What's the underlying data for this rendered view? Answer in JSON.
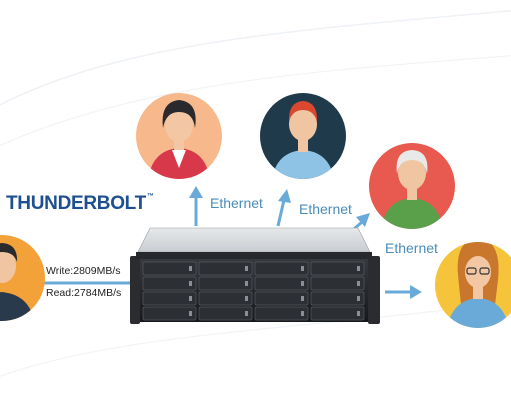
{
  "brand": {
    "name": "THUNDERBOLT",
    "mark": "™"
  },
  "links": [
    {
      "label": "Ethernet"
    },
    {
      "label": "Ethernet"
    },
    {
      "label": "Ethernet"
    }
  ],
  "speeds": {
    "write": "Write:2809MB/s",
    "read": "Read:2784MB/s"
  },
  "users": [
    {
      "id": "user-woman-dark-hair",
      "bg": "#f7b98c"
    },
    {
      "id": "user-man-red-hair",
      "bg": "#1f3a4a"
    },
    {
      "id": "user-man-grey-hair",
      "bg": "#e85a4f"
    },
    {
      "id": "user-woman-blonde",
      "bg": "#f5c43b"
    },
    {
      "id": "user-man-dark-hair",
      "bg": "#f3a23a"
    }
  ],
  "colors": {
    "arrow": "#6aaad8",
    "brand": "#1d4f91",
    "ethernet_text": "#4a8cb8"
  }
}
